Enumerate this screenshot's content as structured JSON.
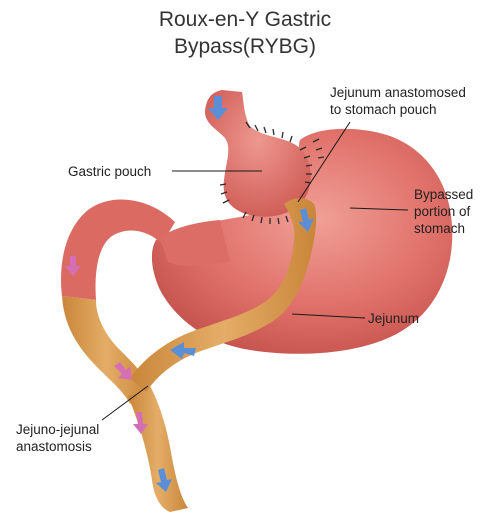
{
  "title": {
    "line1": "Roux-en-Y Gastric",
    "line2": "Bypass(RYBG)"
  },
  "labels": {
    "jejunum_anastomosed": [
      "Jejunum anastomosed",
      "to stomach pouch"
    ],
    "gastric_pouch": "Gastric pouch",
    "bypassed": [
      "Bypassed",
      "portion of",
      "stomach"
    ],
    "jejunum": "Jejunum",
    "jejuno_jejunal": [
      "Jejuno-jejunal",
      "anastomosis"
    ]
  },
  "colors": {
    "stomach": "#d9625e",
    "stomach_light": "#ea8c83",
    "stomach_dark": "#b8453f",
    "jejunum": "#d79a4f",
    "jejunum_dark": "#b97a32",
    "flow_arrow_blue": "#5a8fd8",
    "flow_arrow_pink": "#d56fb3",
    "suture": "#2a2a2a"
  }
}
